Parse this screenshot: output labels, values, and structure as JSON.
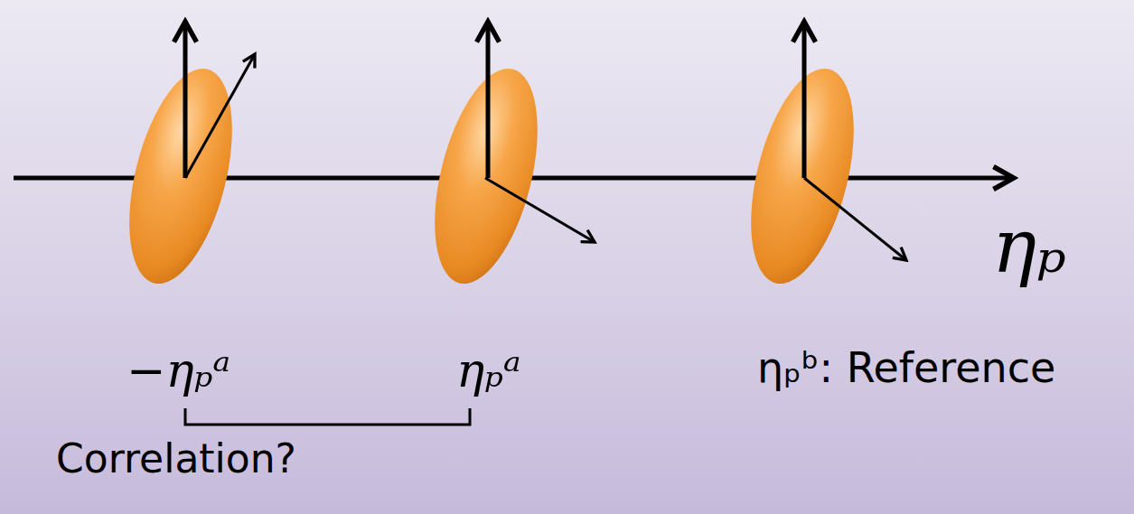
{
  "diagram": {
    "labels": [
      "ηₚ",
      "−ηₚᵃ",
      "ηₚᵃ",
      "ηₚᵇ: Reference",
      "Correlation?"
    ]
  }
}
